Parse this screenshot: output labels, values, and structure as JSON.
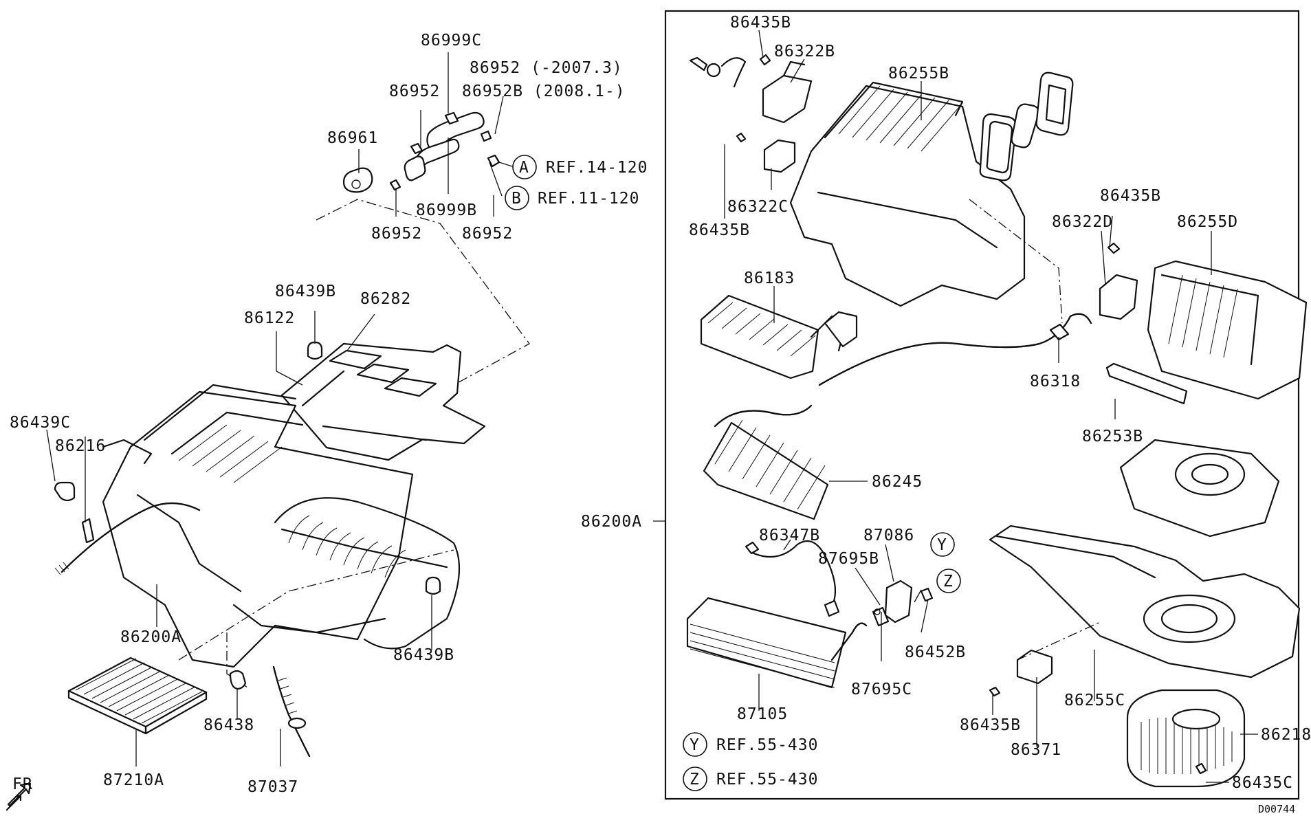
{
  "diagram_code": "D00744",
  "direction_label": "FR",
  "labels": {
    "p86999C": "86999C",
    "p86952_rev": "86952 (-2007.3)",
    "p86952_top": "86952",
    "p86952B": "86952B (2008.1-)",
    "p86961": "86961",
    "refA": "REF.14-120",
    "refB": "REF.11-120",
    "p86999B": "86999B",
    "p86952_bl": "86952",
    "p86952_br": "86952",
    "p86439B_top": "86439B",
    "p86282": "86282",
    "p86122": "86122",
    "p86439C": "86439C",
    "p86216": "86216",
    "p86200A_left": "86200A",
    "p86439B_bot": "86439B",
    "p86438": "86438",
    "p87210A": "87210A",
    "p87037": "87037",
    "p86200A_mid": "86200A",
    "p86435B_1": "86435B",
    "p86322B": "86322B",
    "p86255B": "86255B",
    "p86322C": "86322C",
    "p86435B_2": "86435B",
    "p86183": "86183",
    "p86318": "86318",
    "p86435B_3": "86435B",
    "p86322D": "86322D",
    "p86255D": "86255D",
    "p86253B": "86253B",
    "p86245": "86245",
    "p86347B": "86347B",
    "p87086": "87086",
    "p87695B": "87695B",
    "p86452B": "86452B",
    "p87695C": "87695C",
    "p87105": "87105",
    "p86255C": "86255C",
    "p86435B_4": "86435B",
    "p86371": "86371",
    "p86218": "86218",
    "p86435C": "86435C",
    "refY": "REF.55-430",
    "refZ": "REF.55-430"
  },
  "callouts": {
    "A": "A",
    "B": "B",
    "Y": "Y",
    "Z": "Z"
  }
}
